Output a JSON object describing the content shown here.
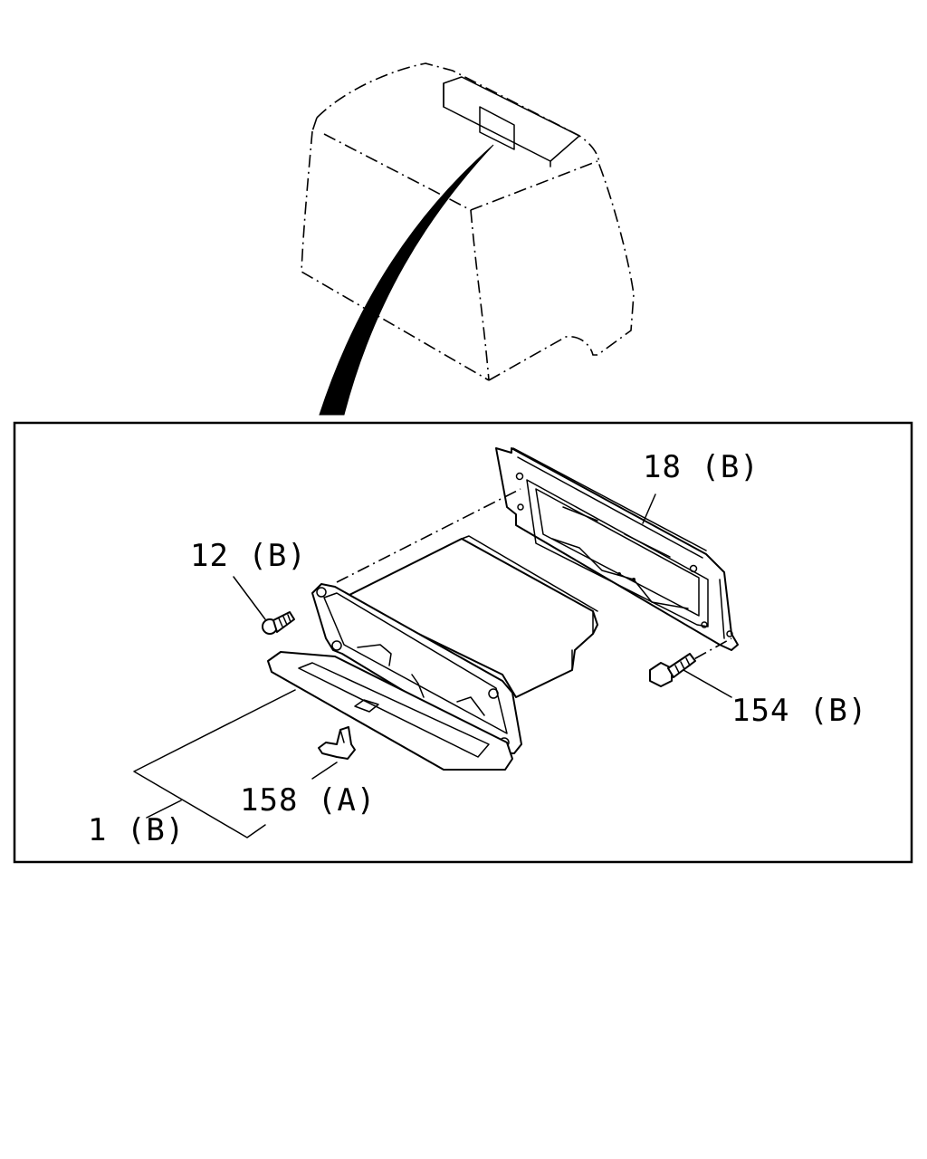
{
  "colors": {
    "line": "#000000",
    "background": "#ffffff"
  },
  "callouts": {
    "part_18": "18 (B)",
    "part_12": "12 (B)",
    "part_154": "154 (B)",
    "part_158": "158 (A)",
    "part_1": "1 (B)"
  }
}
